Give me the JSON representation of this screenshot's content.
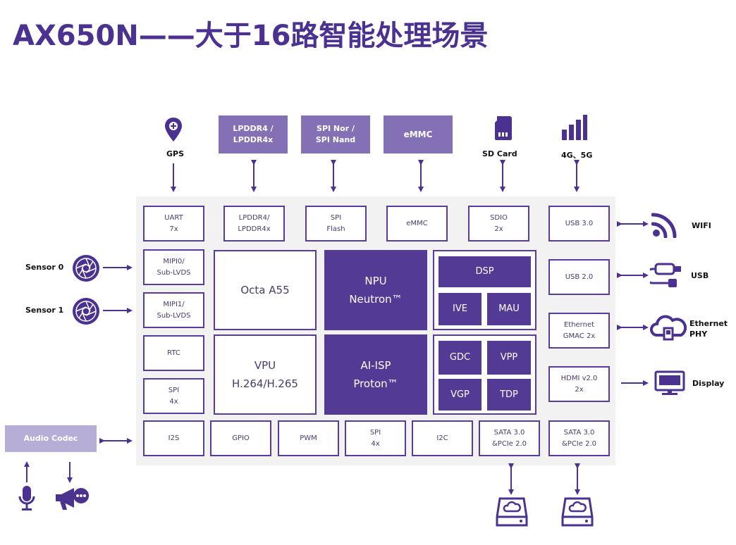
{
  "title": "AX650N——大于16路智能处理场景",
  "external_top": {
    "gps": "GPS",
    "lpddr": "LPDDR4 /\nLPDDR4x",
    "spi_mem": "SPI Nor /\nSPI Nand",
    "emmc": "eMMC",
    "sd_card": "SD Card",
    "cellular": "4G、5G"
  },
  "interfaces": {
    "uart": "UART\n7x",
    "lpddr": "LPDDR4/\nLPDDR4x",
    "spi_flash": "SPI\nFlash",
    "emmc": "eMMC",
    "sdio": "SDIO\n2x",
    "usb3": "USB 3.0",
    "mipi0": "MIPI0/\nSub-LVDS",
    "mipi1": "MIPI1/\nSub-LVDS",
    "rtc": "RTC",
    "spi4x": "SPI\n4x",
    "usb2": "USB 2.0",
    "ethernet": "Ethernet\nGMAC 2x",
    "hdmi": "HDMI v2.0\n2x",
    "i2s": "I2S",
    "gpio": "GPIO",
    "pwm": "PWM",
    "spi4x_bottom": "SPI\n4x",
    "i2c": "I2C",
    "sata1": "SATA 3.0\n&PCIe 2.0",
    "sata2": "SATA 3.0\n&PCIe 2.0"
  },
  "cores": {
    "cpu": "Octa A55",
    "npu": "NPU\nNeutron™",
    "vpu": "VPU\nH.264/H.265",
    "isp": "AI-ISP\nProton™",
    "dsp": "DSP",
    "ive": "IVE",
    "mau": "MAU",
    "gdc": "GDC",
    "vpp": "VPP",
    "vgp": "VGP",
    "tdp": "TDP"
  },
  "external_side": {
    "sensor0": "Sensor 0",
    "sensor1": "Sensor 1",
    "wifi": "WIFI",
    "usb": "USB",
    "ethernet_phy": "Ethernet\nPHY",
    "display": "Display",
    "audio_codec": "Audio Codec"
  },
  "colors": {
    "accent_dark": "#533a94",
    "accent_light": "#8470b4",
    "audio_codec": "#b6aed6",
    "chip_background": "#f2f2f2"
  }
}
